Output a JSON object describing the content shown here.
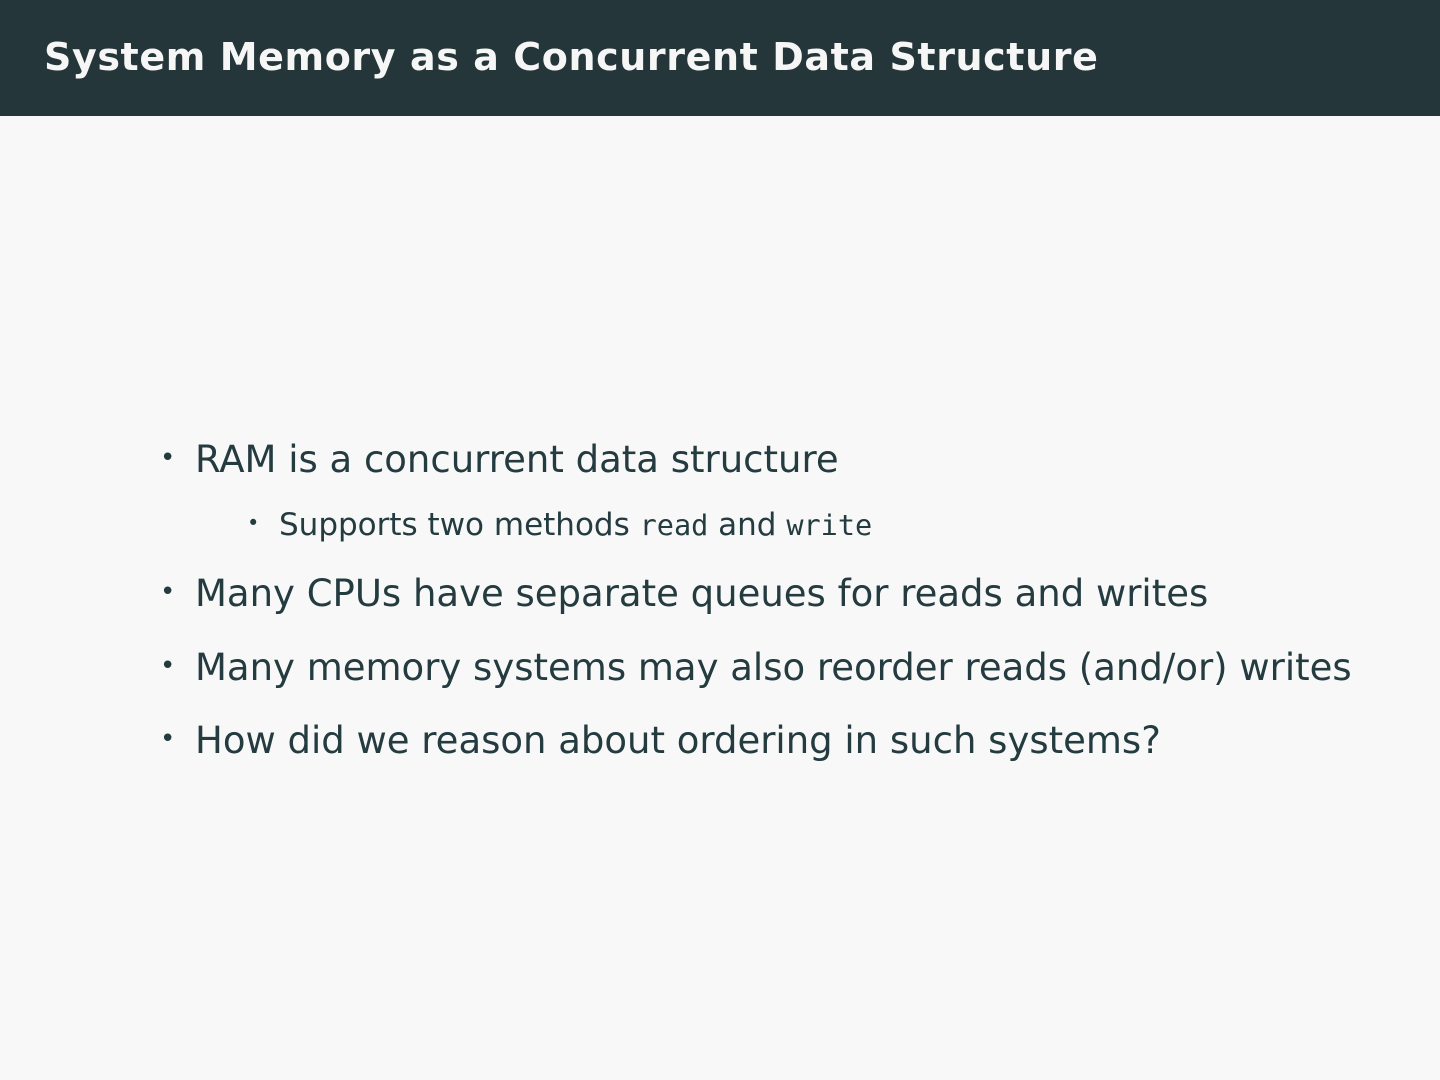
{
  "slide": {
    "title": "System Memory as a Concurrent Data Structure",
    "colors": {
      "title_bar_background": "#243639",
      "title_text": "#f6f6f6",
      "body_background": "#f8f8f8",
      "body_text": "#243b40"
    },
    "bullet_marker": "•",
    "content": [
      {
        "level": 1,
        "marker": "•",
        "segments": [
          {
            "kind": "text",
            "value": "RAM is a concurrent data structure"
          }
        ],
        "plain": "RAM is a concurrent data structure"
      },
      {
        "level": 2,
        "marker": "•",
        "segments": [
          {
            "kind": "text",
            "value": "Supports two methods "
          },
          {
            "kind": "mono",
            "value": "read"
          },
          {
            "kind": "text",
            "value": " and "
          },
          {
            "kind": "mono",
            "value": "write"
          }
        ],
        "plain": "Supports two methods read and write"
      },
      {
        "level": 1,
        "marker": "•",
        "segments": [
          {
            "kind": "text",
            "value": "Many CPUs have separate queues for reads and writes"
          }
        ],
        "plain": "Many CPUs have separate queues for reads and writes"
      },
      {
        "level": 1,
        "marker": "•",
        "segments": [
          {
            "kind": "text",
            "value": "Many memory systems may also reorder reads (and/or) writes"
          }
        ],
        "plain": "Many memory systems may also reorder reads (and/or) writes"
      },
      {
        "level": 1,
        "marker": "•",
        "segments": [
          {
            "kind": "text",
            "value": "How did we reason about ordering in such systems?"
          }
        ],
        "plain": "How did we reason about ordering in such systems?"
      }
    ]
  }
}
